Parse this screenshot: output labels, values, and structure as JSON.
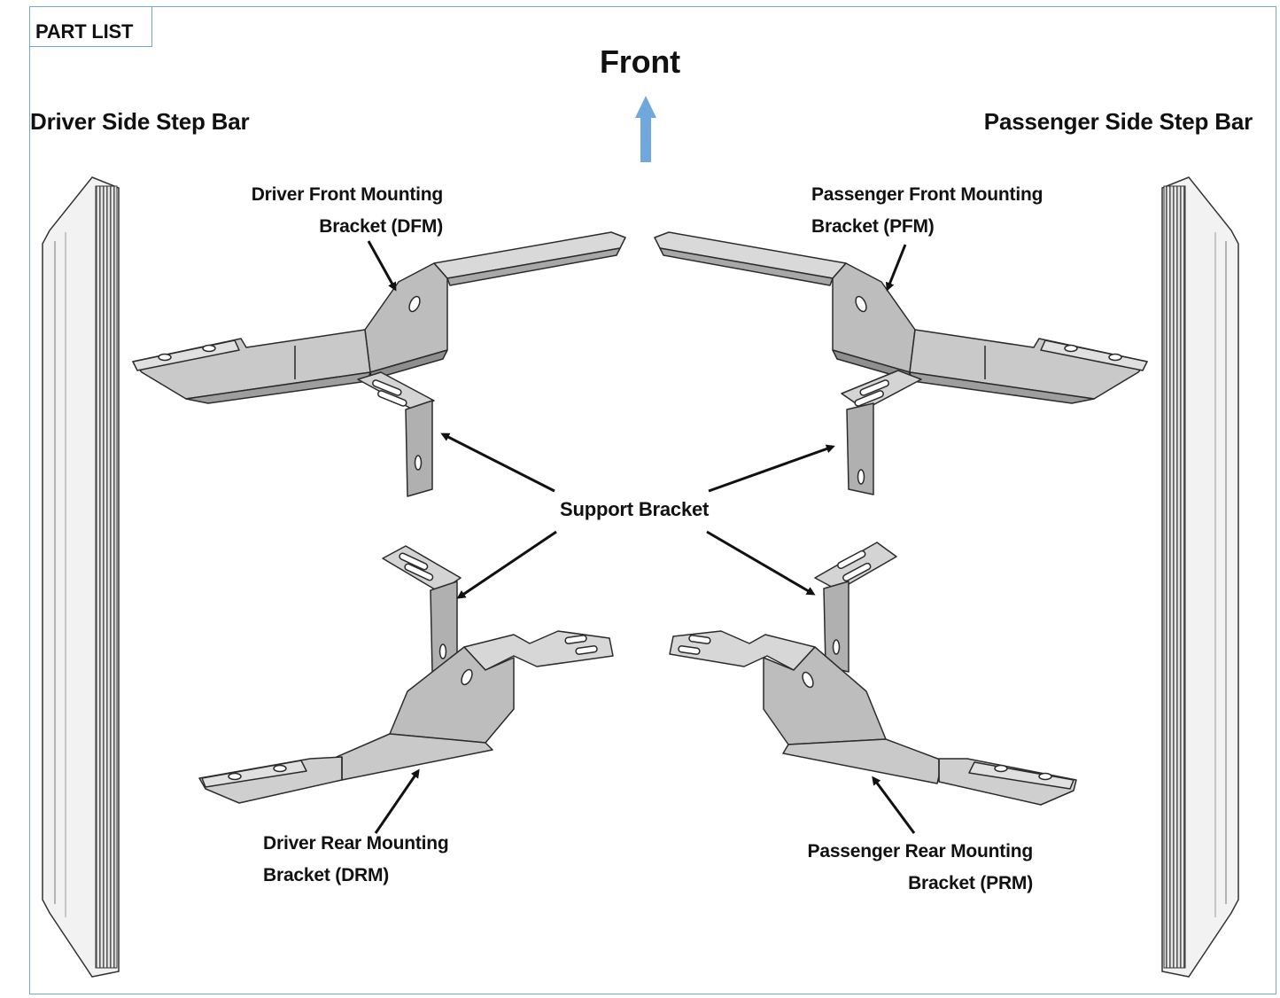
{
  "header": {
    "tab_label": "PART LIST"
  },
  "direction": {
    "label": "Front",
    "arrow_color": "#6fa8dc"
  },
  "titles": {
    "driver_side": "Driver Side Step Bar",
    "passenger_side": "Passenger Side Step Bar"
  },
  "callouts": {
    "dfm": [
      "Driver Front Mounting",
      "Bracket (DFM)"
    ],
    "pfm": [
      "Passenger Front Mounting",
      "Bracket (PFM)"
    ],
    "drm": [
      "Driver Rear Mounting",
      "Bracket (DRM)"
    ],
    "prm": [
      "Passenger Rear Mounting",
      "Bracket (PRM)"
    ],
    "support": "Support Bracket"
  },
  "colors": {
    "frame": "#6fa8dc",
    "metal": "#c8c8c8",
    "metal_dark": "#9a9a9a",
    "outline": "#2b2b2b"
  }
}
